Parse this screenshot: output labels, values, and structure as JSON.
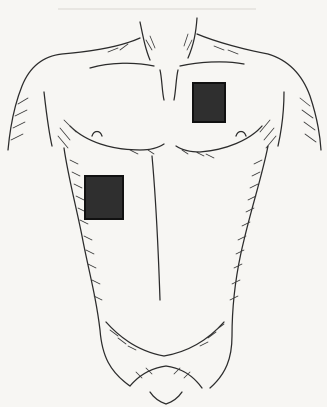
{
  "diagram": {
    "subject": "adult-male-torso-front-view",
    "pads": [
      {
        "id": "upper-right-pad",
        "color": "#2f2f2f"
      },
      {
        "id": "lower-left-pad",
        "color": "#2f2f2f"
      }
    ],
    "colors": {
      "background": "#f7f6f3",
      "ink": "#2b2b2b"
    }
  }
}
